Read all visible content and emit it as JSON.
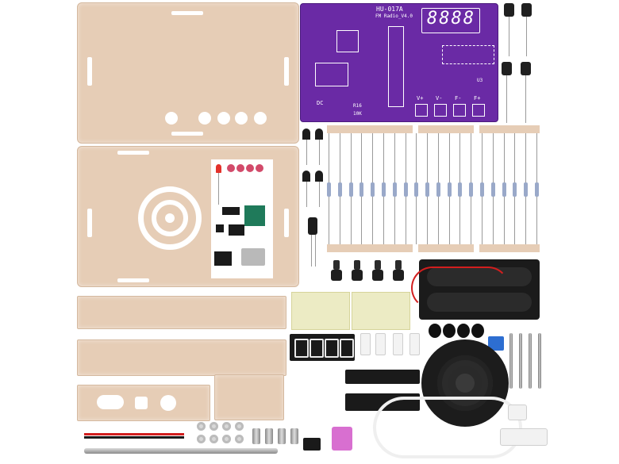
{
  "pcb": {
    "model": "HU-017A",
    "subtitle": "FM Radio_V4.0",
    "segment_digits": "8888",
    "buttons": [
      "V+",
      "V-",
      "F-",
      "F+"
    ],
    "labels": [
      "U3",
      "DC",
      "R16",
      "10K"
    ]
  },
  "components": {
    "resistor_count": 20,
    "buzzer_count": 4
  },
  "colors": {
    "acrylic": "#e6cdb6",
    "pcb": "#6a2aa5",
    "segment_red": "#ff3b3b"
  }
}
